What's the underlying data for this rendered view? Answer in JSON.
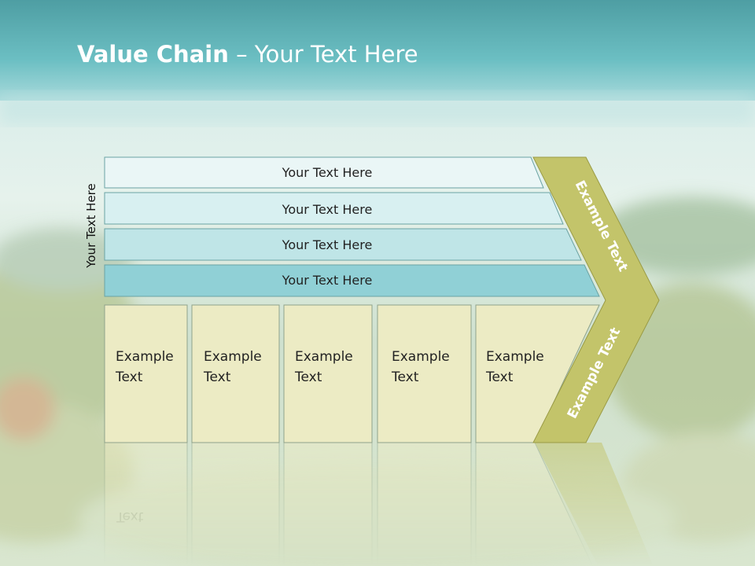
{
  "slide": {
    "title_bold": "Value Chain",
    "title_rest": " – Your Text Here"
  },
  "diagram": {
    "side_label": "Your Text Here",
    "bands": [
      {
        "label": "Your Text Here"
      },
      {
        "label": "Your Text Here"
      },
      {
        "label": "Your Text Here"
      },
      {
        "label": "Your Text Here"
      }
    ],
    "columns": [
      {
        "line1": "Example",
        "line2": "Text"
      },
      {
        "line1": "Example",
        "line2": "Text"
      },
      {
        "line1": "Example",
        "line2": "Text"
      },
      {
        "line1": "Example",
        "line2": "Text"
      },
      {
        "line1": "Example",
        "line2": "Text"
      }
    ],
    "arrow_top_label": "Example Text",
    "arrow_bottom_label": "Example Text"
  },
  "colors": {
    "band1": "#eaf6f6",
    "band2": "#d8f0f1",
    "band3": "#bfe5e7",
    "band4": "#90d0d6",
    "column_fill": "#ecebc4",
    "arrow_fill": "#c3c46a",
    "header": "#6cbfc3"
  }
}
